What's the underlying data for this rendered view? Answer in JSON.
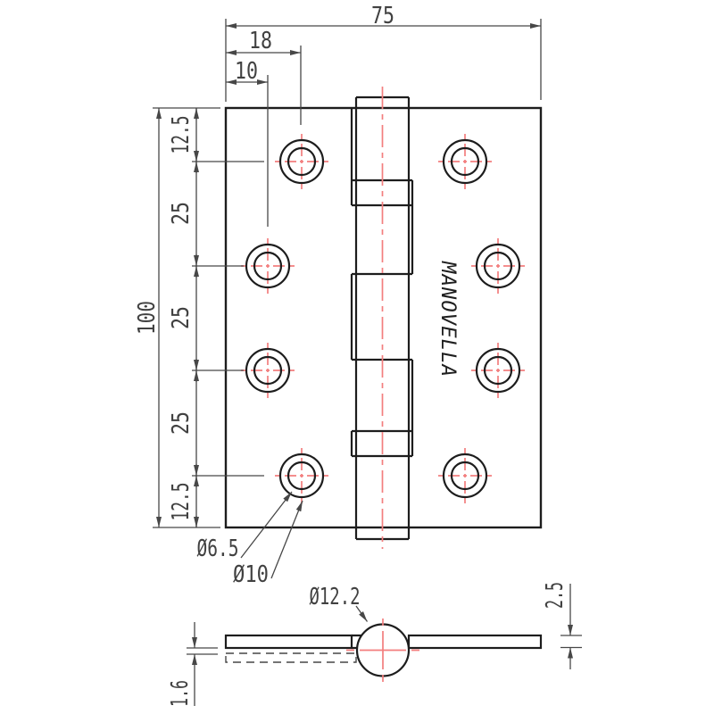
{
  "drawing": {
    "brand": "MANOVELLA",
    "front_view": {
      "width_dims": {
        "total": "75",
        "outer_hole_offset": "18",
        "inner_hole_offset": "10"
      },
      "height_dims": {
        "total": "100",
        "top_margin": "12.5",
        "pitch_a": "25",
        "pitch_b": "25",
        "pitch_c": "25",
        "bottom_margin": "12.5"
      },
      "hole_callouts": {
        "drill_diameter": "Ø6.5",
        "countersink_diameter": "Ø10"
      }
    },
    "section_view": {
      "knuckle_callout": "Ø12.2",
      "thickness_dims": {
        "closed_thickness": "2.5",
        "leaf_thickness": "1.6"
      }
    },
    "colors": {
      "outline": "#1d1d1d",
      "dimension": "#474747",
      "centerline_red": "#f37e7e",
      "background": "#ffffff"
    }
  }
}
